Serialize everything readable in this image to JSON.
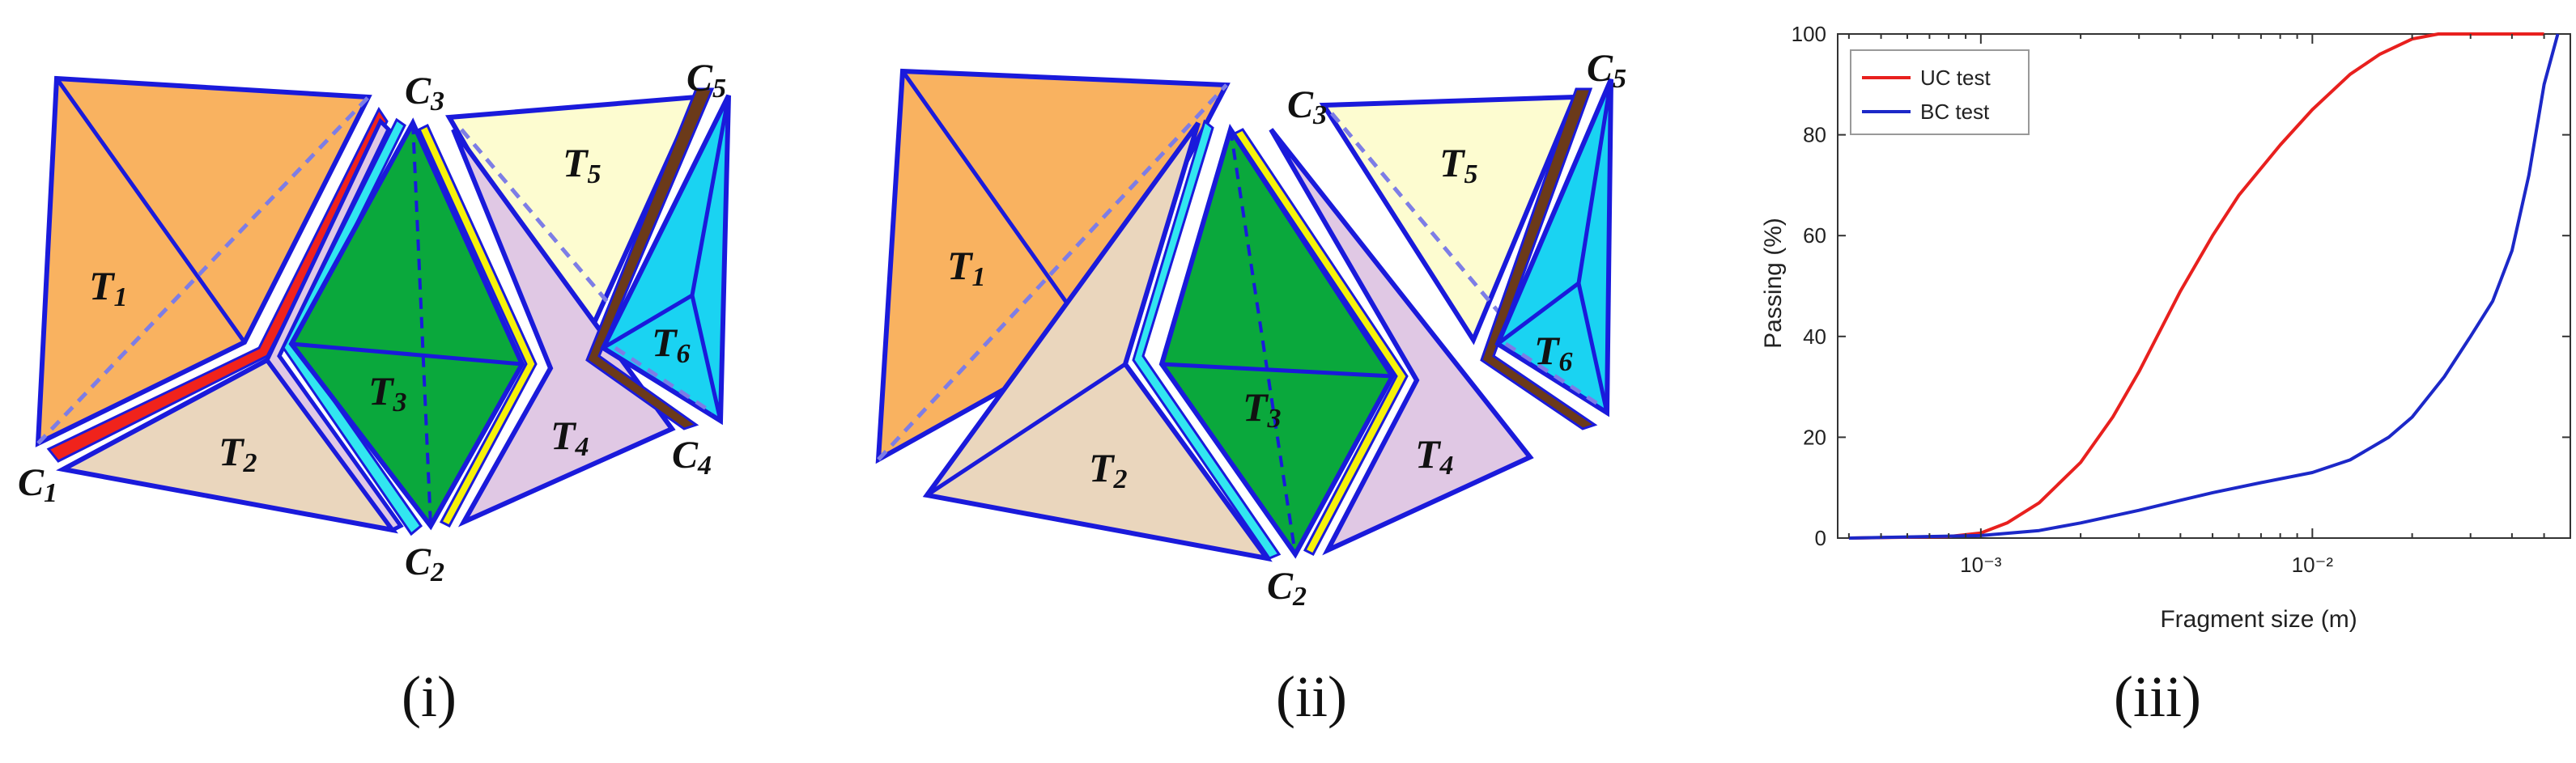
{
  "figure": {
    "captions": [
      "(i)",
      "(ii)",
      "(iii)"
    ],
    "panel_i": {
      "triangles": [
        "T1",
        "T2",
        "T3",
        "T4",
        "T5",
        "T6"
      ],
      "corners": [
        "C1",
        "C2",
        "C3",
        "C4",
        "C5"
      ]
    },
    "panel_ii": {
      "triangles": [
        "T1",
        "T2",
        "T3",
        "T4",
        "T5",
        "T6"
      ],
      "corners": [
        "C2",
        "C3",
        "C5"
      ]
    },
    "colors": {
      "edge": "#1a1adb",
      "t1": "#f9b260",
      "t2": "#ead6bd",
      "t3": "#0aa83c",
      "t4": "#e0c8e4",
      "t5": "#fdfcd0",
      "t6": "#1ad3f2",
      "cyan_strip": "#32e6f0",
      "yellow_strip": "#f6f20a",
      "red_strip": "#f0231c",
      "brown_strip": "#6b3a1a"
    }
  },
  "chart_data": {
    "type": "line",
    "xlabel": "Fragment size (m)",
    "ylabel": "Passing (%)",
    "xscale": "log",
    "xlim": [
      0.00037,
      0.06
    ],
    "ylim": [
      0,
      100
    ],
    "xticks": [
      "10⁻³",
      "10⁻²"
    ],
    "yticks": [
      0,
      20,
      40,
      60,
      80,
      100
    ],
    "grid": false,
    "legend": "top-left",
    "series": [
      {
        "name": "UC test",
        "color": "#e8201e",
        "x": [
          0.0004,
          0.0008,
          0.001,
          0.0012,
          0.0015,
          0.002,
          0.0025,
          0.003,
          0.004,
          0.005,
          0.006,
          0.008,
          0.01,
          0.013,
          0.016,
          0.02,
          0.024,
          0.03,
          0.05
        ],
        "y": [
          0,
          0.3,
          1,
          3,
          7,
          15,
          24,
          33,
          49,
          60,
          68,
          78,
          85,
          92,
          96,
          99,
          100,
          100,
          100
        ]
      },
      {
        "name": "BC test",
        "color": "#1c28c8",
        "x": [
          0.0004,
          0.001,
          0.0015,
          0.002,
          0.003,
          0.004,
          0.005,
          0.007,
          0.01,
          0.013,
          0.017,
          0.02,
          0.025,
          0.03,
          0.035,
          0.04,
          0.045,
          0.05,
          0.055
        ],
        "y": [
          0,
          0.5,
          1.5,
          3,
          5.5,
          7.5,
          9,
          11,
          13,
          15.5,
          20,
          24,
          32,
          40,
          47,
          57,
          72,
          90,
          100
        ]
      }
    ]
  }
}
